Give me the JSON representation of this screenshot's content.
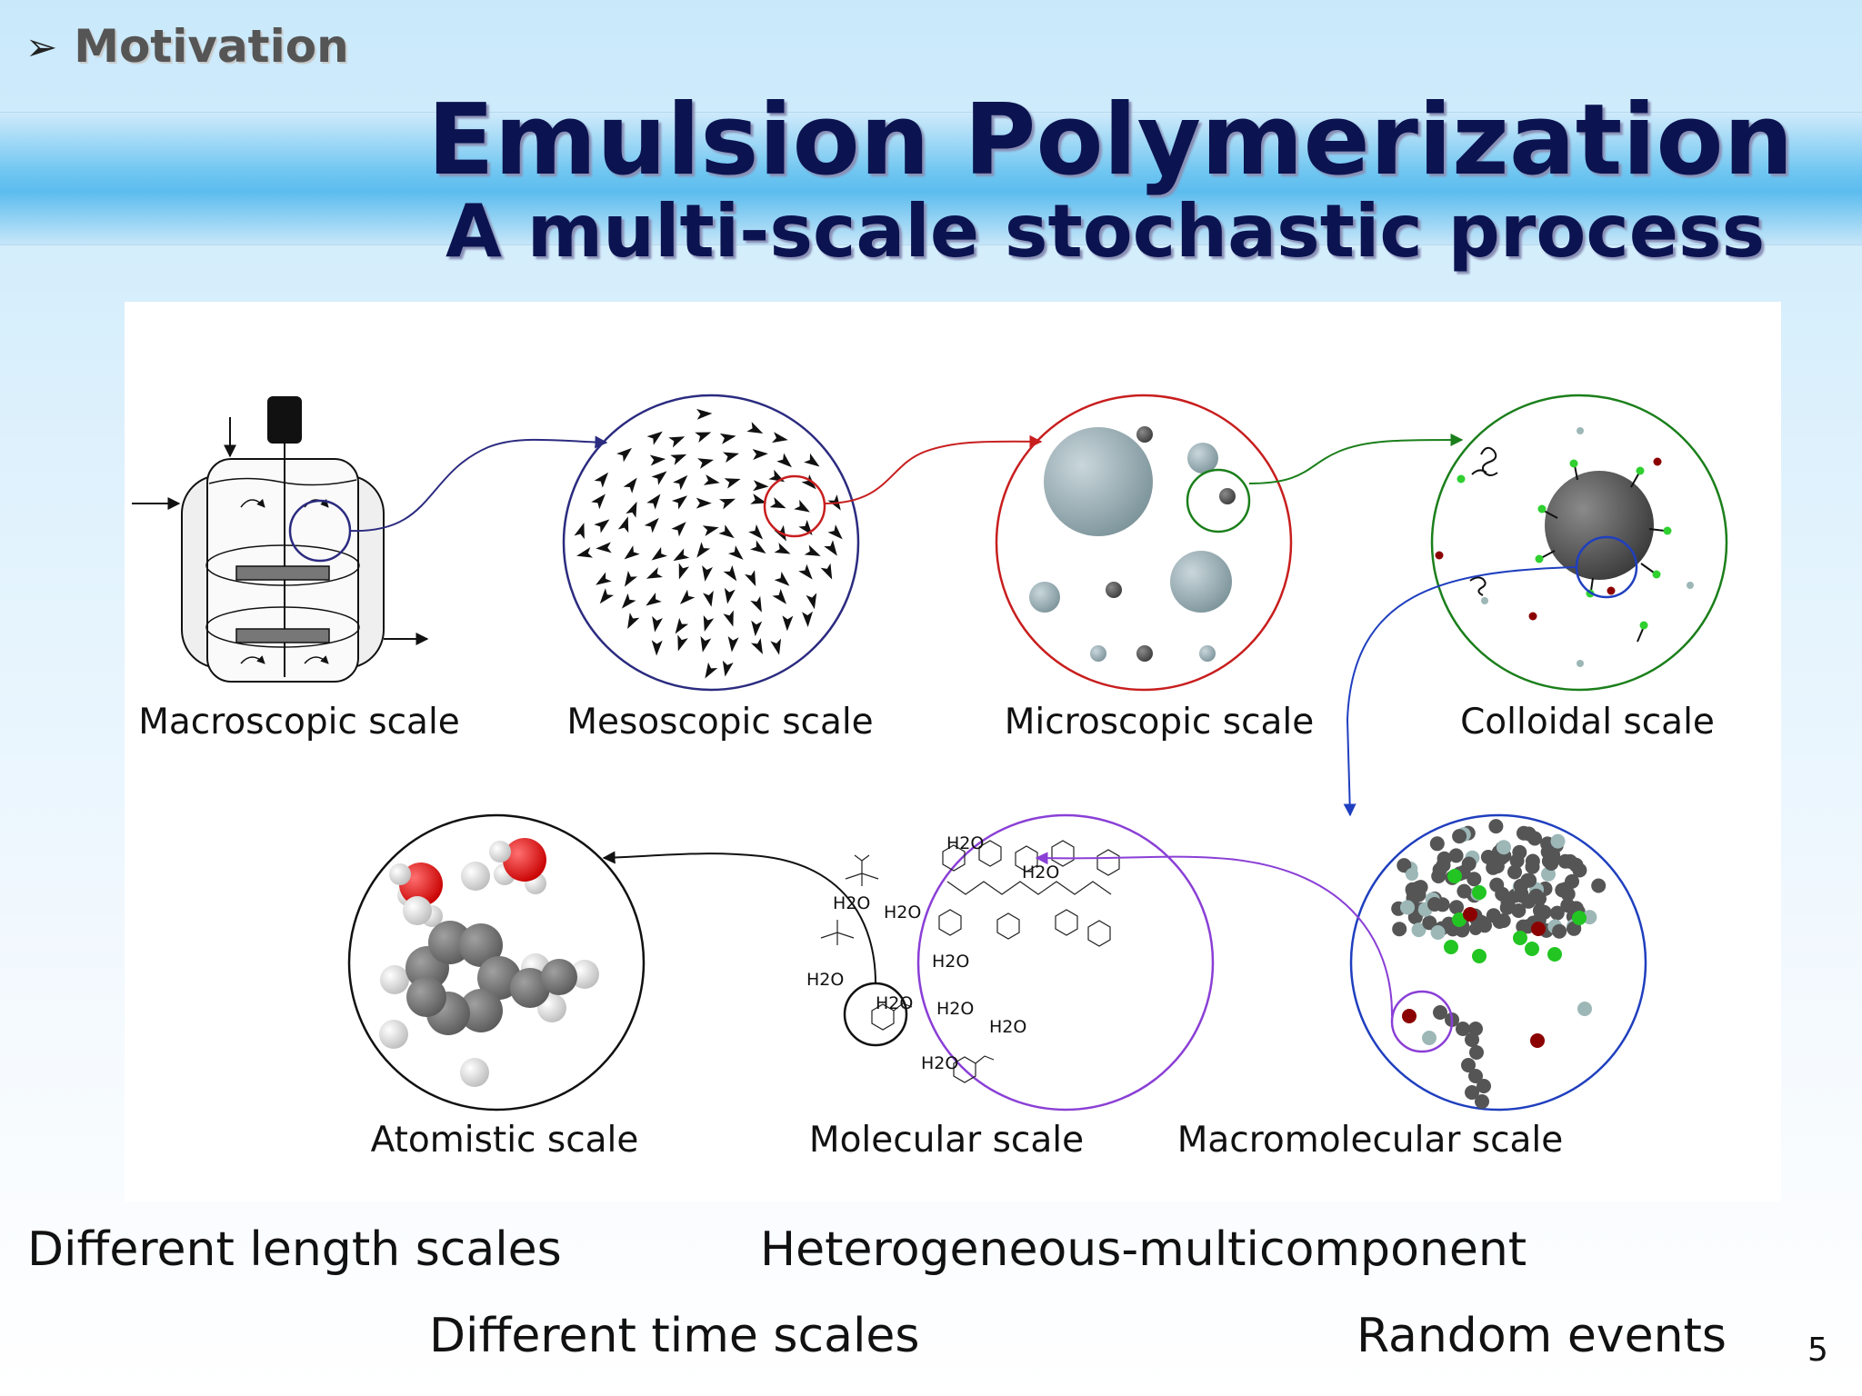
{
  "header": {
    "section_label": "Motivation",
    "title": "Emulsion Polymerization",
    "subtitle": "A multi-scale stochastic process"
  },
  "scales": {
    "macroscopic": "Macroscopic scale",
    "mesoscopic": "Mesoscopic scale",
    "microscopic": "Microscopic scale",
    "colloidal": "Colloidal scale",
    "atomistic": "Atomistic scale",
    "molecular": "Molecular scale",
    "macromolecular": "Macromolecular scale"
  },
  "molecule_label": "H2O",
  "points": {
    "length": "Different length scales",
    "heterogeneous": "Heterogeneous-multicomponent",
    "time": "Different time scales",
    "random": "Random events"
  },
  "page_number": "5",
  "colors": {
    "mesoscopic": "#2b2b80",
    "microscopic": "#c81e1e",
    "colloidal": "#1b7f1b",
    "macromolecular": "#1f3fbf",
    "molecular": "#8a3fd6",
    "atomistic": "#111111",
    "title": "#0b1450"
  },
  "icons": [
    "bullet-arrow-icon",
    "reactor-icon",
    "water-molecule-icon",
    "styrene-molecule-icon"
  ]
}
